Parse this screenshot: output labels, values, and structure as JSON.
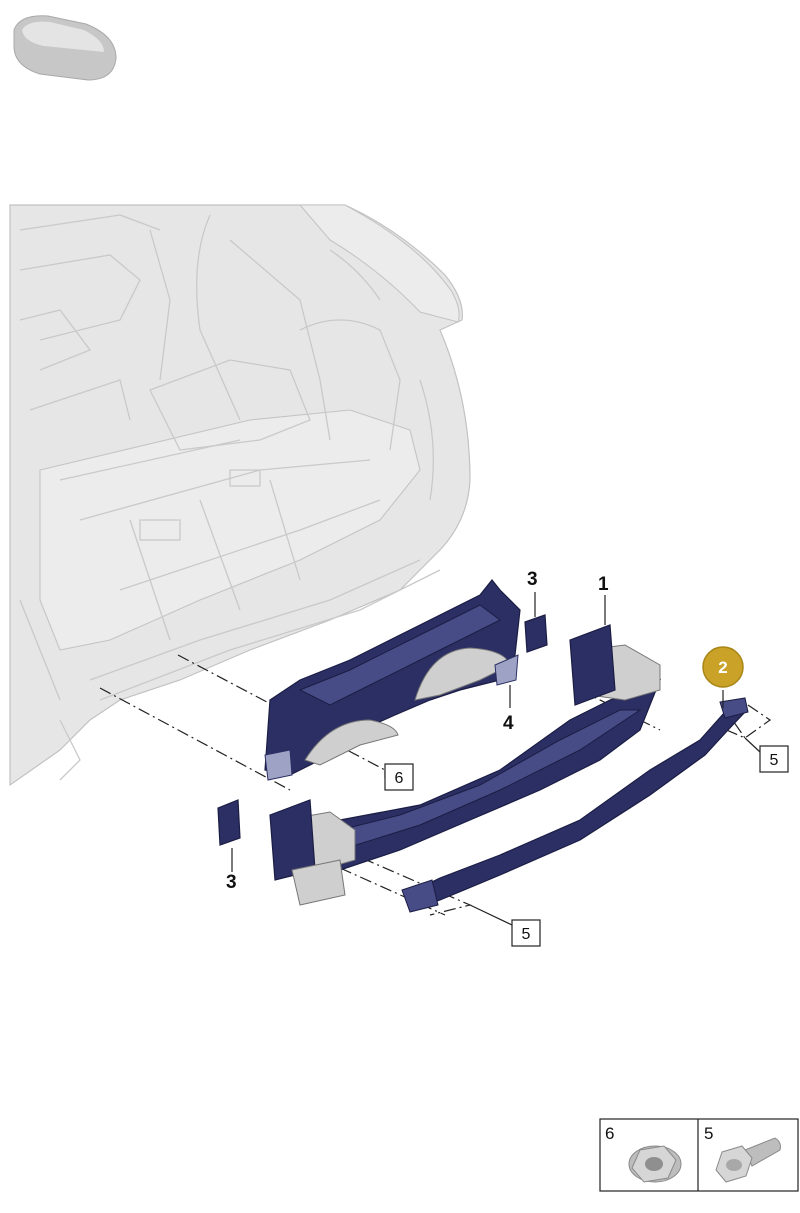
{
  "diagram": {
    "callouts": [
      {
        "id": "1",
        "highlighted": false,
        "boxed": false
      },
      {
        "id": "2",
        "highlighted": true,
        "boxed": false
      },
      {
        "id": "3",
        "highlighted": false,
        "boxed": false
      },
      {
        "id": "3",
        "highlighted": false,
        "boxed": false
      },
      {
        "id": "4",
        "highlighted": false,
        "boxed": false
      },
      {
        "id": "5",
        "highlighted": false,
        "boxed": true
      },
      {
        "id": "5",
        "highlighted": false,
        "boxed": true
      },
      {
        "id": "6",
        "highlighted": false,
        "boxed": true
      }
    ],
    "highlight_color": "#c9a227",
    "part_color": "#2b2f63",
    "body_color": "#e6e6e6"
  },
  "legend": {
    "items": [
      {
        "num": "6",
        "icon": "flange-nut-icon"
      },
      {
        "num": "5",
        "icon": "hex-bolt-icon"
      }
    ]
  },
  "thumbnail": {
    "icon": "vehicle-silhouette-icon"
  }
}
